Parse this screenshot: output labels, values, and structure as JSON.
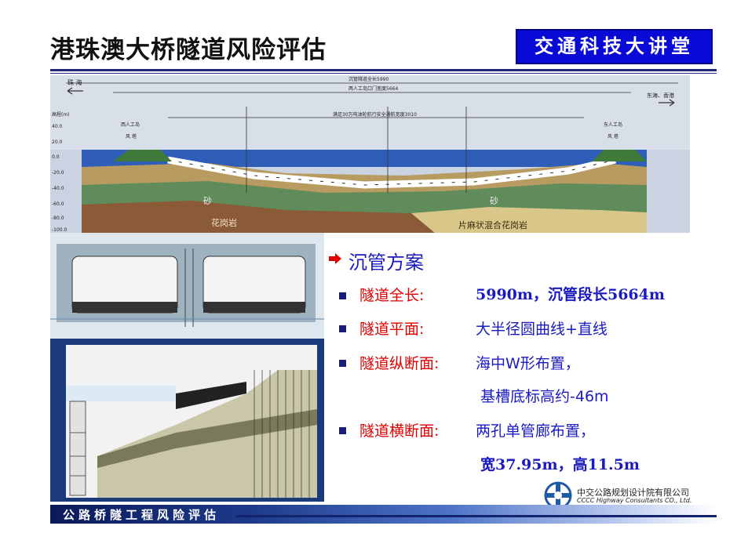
{
  "header": {
    "title": "港珠澳大桥隧道风险评估",
    "brand": "交通科技大讲堂"
  },
  "section": {
    "heading": "沉管方案",
    "items": [
      {
        "label": "隧道全长:",
        "value": "5990m，沉管段长5664m"
      },
      {
        "label": "隧道平面:",
        "value": "大半径圆曲线+直线"
      },
      {
        "label": "隧道纵断面:",
        "value": "海中W形布置，",
        "value2": "基槽底标高约-46m"
      },
      {
        "label": "隧道横断面:",
        "value": "两孔单管廊布置，",
        "value2": "宽37.95m，高11.5m"
      }
    ]
  },
  "profile": {
    "left_label": "珠 海",
    "right_label": "东海、香港",
    "total_length": "沉管隧道全长5990",
    "immersed_length": "两人工岛口门宽度5664",
    "span_label": "满足30万吨油轮航行安全通航宽度3010",
    "left_island": "西人工岛",
    "right_island": "东人工岛",
    "left_shaft": "风 塔",
    "right_shaft": "风 塔",
    "soil_sand_1": "砂",
    "soil_sand_2": "砂",
    "soil_granite": "花岗岩",
    "soil_gneiss": "片麻状混合花岗岩",
    "axis_title": "高程(m)",
    "elevations": [
      "40.0",
      "20.0",
      "0.0",
      "-20.0",
      "-40.0",
      "-60.0",
      "-80.0",
      "-100.0"
    ]
  },
  "footer": {
    "text": "公路桥隧工程风险评估",
    "company_cn": "中交公路规划设计院有限公司",
    "company_en": "CCCC Highway Consultants CO., Ltd."
  },
  "colors": {
    "brand_bg": "#0a0ad6",
    "heading_blue": "#1a1ac0",
    "label_red": "#e00000",
    "footer_dark": "#0a1a5a"
  }
}
